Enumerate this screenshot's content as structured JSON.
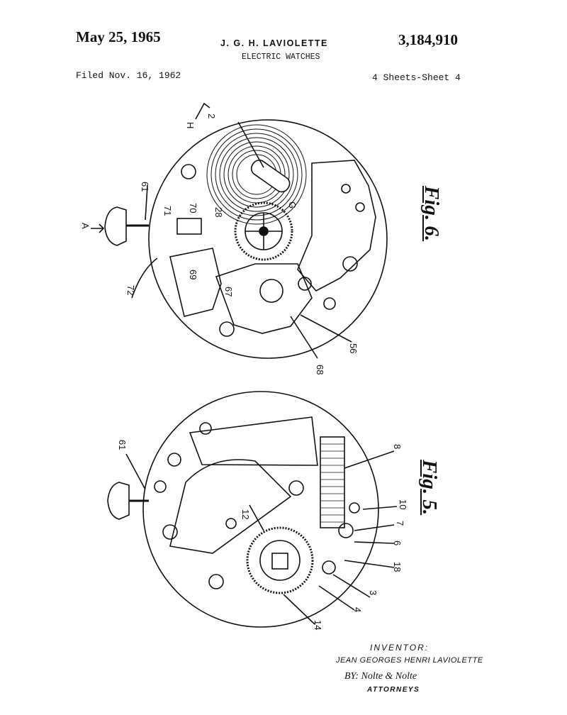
{
  "header": {
    "date": "May 25, 1965",
    "inventor": "J. G. H. LAVIOLETTE",
    "title": "ELECTRIC WATCHES",
    "patent_number": "3,184,910",
    "filed": "Filed Nov. 16, 1962",
    "sheets": "4 Sheets-Sheet 4"
  },
  "figures": {
    "fig6": {
      "label": "Fig. 6.",
      "ref_numbers": [
        "2",
        "61",
        "71",
        "70",
        "28",
        "69",
        "67",
        "72",
        "68",
        "56",
        "A",
        "H",
        "G"
      ]
    },
    "fig5": {
      "label": "Fig. 5.",
      "ref_numbers": [
        "61",
        "12",
        "8",
        "10",
        "7",
        "6",
        "18",
        "3",
        "4",
        "14"
      ]
    }
  },
  "signature": {
    "inventor_heading": "INVENTOR:",
    "inventor_name": "JEAN GEORGES HENRI LAVIOLETTE",
    "by_line": "BY: Nolte & Nolte",
    "attorneys": "ATTORNEYS"
  }
}
